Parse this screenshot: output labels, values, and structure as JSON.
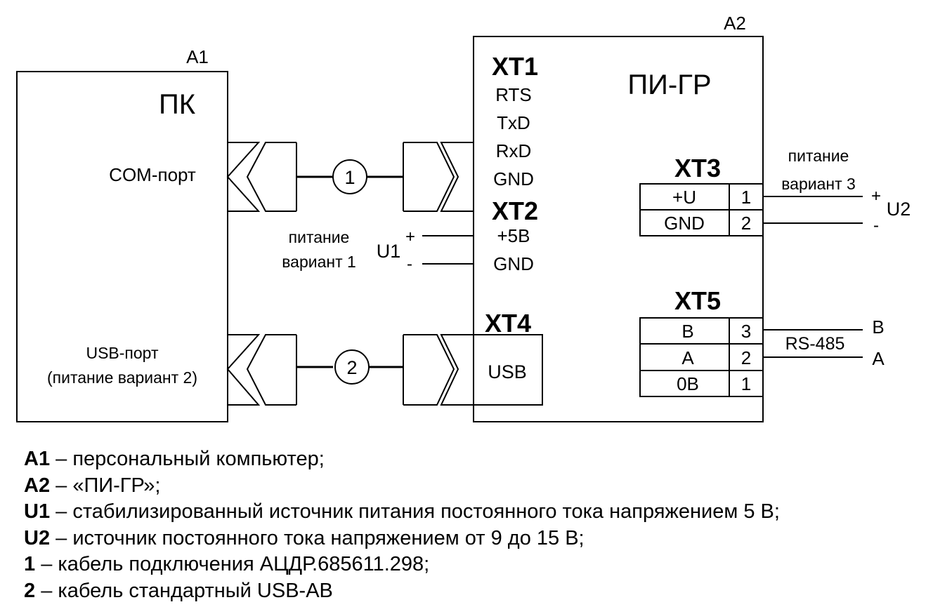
{
  "a1": {
    "designator": "A1",
    "title": "ПК",
    "com_port": "COM-порт",
    "usb_port": "USB-порт",
    "usb_port_note": "(питание вариант 2)"
  },
  "a2": {
    "designator": "A2",
    "title": "ПИ-ГР",
    "xt1": {
      "name": "XT1",
      "pins": [
        "RTS",
        "TxD",
        "RxD",
        "GND"
      ]
    },
    "xt2": {
      "name": "XT2",
      "pins": [
        "+5В",
        "GND"
      ]
    },
    "xt3": {
      "name": "XT3",
      "rows": [
        {
          "label": "+U",
          "num": "1"
        },
        {
          "label": "GND",
          "num": "2"
        }
      ]
    },
    "xt4": {
      "name": "XT4",
      "label": "USB"
    },
    "xt5": {
      "name": "XT5",
      "rows": [
        {
          "label": "В",
          "num": "3"
        },
        {
          "label": "А",
          "num": "2"
        },
        {
          "label": "0В",
          "num": "1"
        }
      ]
    }
  },
  "cables": {
    "c1": "1",
    "c2": "2"
  },
  "u1": {
    "name": "U1",
    "plus": "+",
    "minus": "-",
    "note_line1": "питание",
    "note_line2": "вариант 1"
  },
  "u2": {
    "name": "U2",
    "plus": "+",
    "minus": "-",
    "note_line1": "питание",
    "note_line2": "вариант 3"
  },
  "rs485": {
    "label": "RS-485",
    "b": "B",
    "a": "A"
  },
  "legend": [
    {
      "key": "A1",
      "text": " – персональный компьютер;"
    },
    {
      "key": "A2",
      "text": " – «ПИ-ГР»;"
    },
    {
      "key": "U1",
      "text": " – стабилизированный источник питания постоянного тока напряжением 5 В;"
    },
    {
      "key": "U2",
      "text": " – источник постоянного тока напряжением от 9 до 15 В;"
    },
    {
      "key": "1",
      "text": " – кабель подключения АЦДР.685611.298;"
    },
    {
      "key": "2",
      "text": " – кабель стандартный USB-AB"
    }
  ]
}
